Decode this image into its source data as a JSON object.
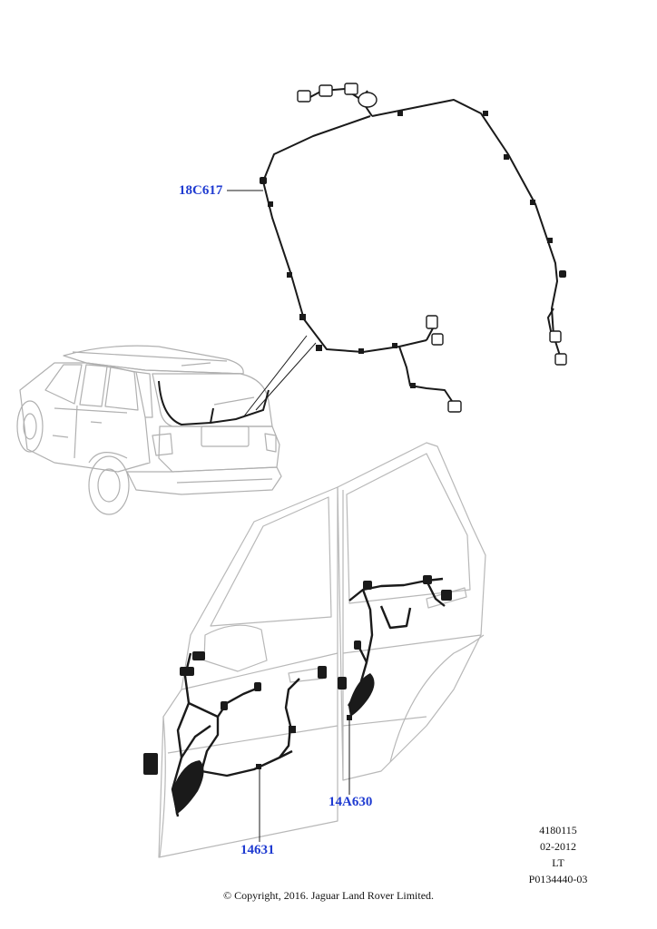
{
  "callouts": {
    "harness_tailgate": "18C617",
    "harness_rear_door": "14A630",
    "harness_front_door": "14631"
  },
  "meta": {
    "code1": "4180115",
    "code2": "02-2012",
    "code3": "LT",
    "code4": "P0134440-03"
  },
  "copyright": "© Copyright, 2016. Jaguar Land Rover Limited.",
  "colors": {
    "callout": "#1f3bd1",
    "wire": "#1a1a1a",
    "outline": "#b8b8b8"
  }
}
